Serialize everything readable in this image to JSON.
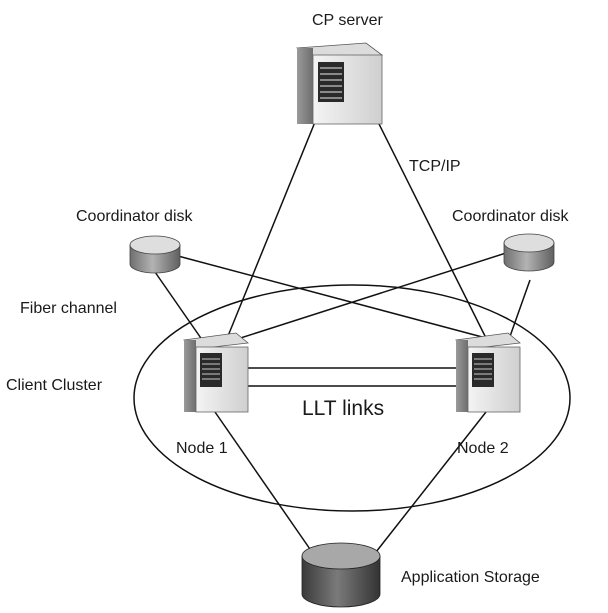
{
  "labels": {
    "cp_server": "CP server",
    "tcp_ip": "TCP/IP",
    "coordinator_disk_left": "Coordinator disk",
    "coordinator_disk_right": "Coordinator disk",
    "fiber_channel": "Fiber channel",
    "client_cluster": "Client Cluster",
    "llt_links": "LLT links",
    "node1": "Node 1",
    "node2": "Node 2",
    "application_storage": "Application Storage"
  },
  "colors": {
    "line": "#111111",
    "server_face": "#e8e8e8",
    "server_side": "#8c8c8c",
    "disk_top": "#d9d9d9",
    "disk_body": "#8a8a8a",
    "storage_top": "#a6a6a6",
    "storage_body": "#555555"
  }
}
